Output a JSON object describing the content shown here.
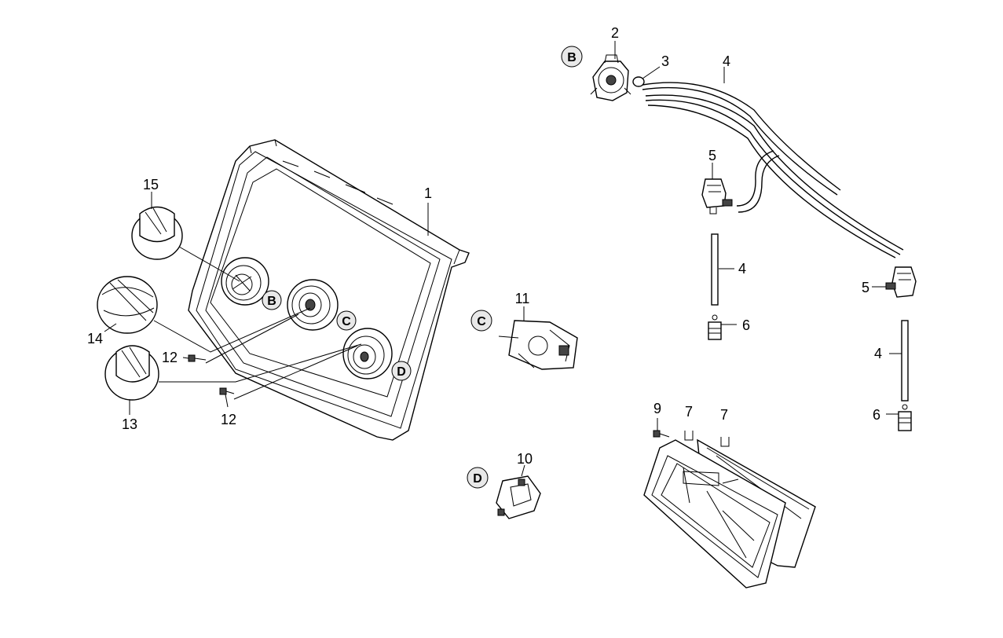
{
  "callouts": {
    "c1": "1",
    "c2": "2",
    "c3": "3",
    "c4a": "4",
    "c4b": "4",
    "c4c": "4",
    "c5a": "5",
    "c5b": "5",
    "c6a": "6",
    "c6b": "6",
    "c7a": "7",
    "c7b": "7",
    "c9": "9",
    "c10": "10",
    "c11": "11",
    "c12a": "12",
    "c12b": "12",
    "c13": "13",
    "c14": "14",
    "c15": "15"
  },
  "markers": {
    "b_panel": "B",
    "c_panel": "C",
    "d_panel": "D",
    "b_switch": "B",
    "c_switch": "C",
    "d_switch": "D"
  }
}
